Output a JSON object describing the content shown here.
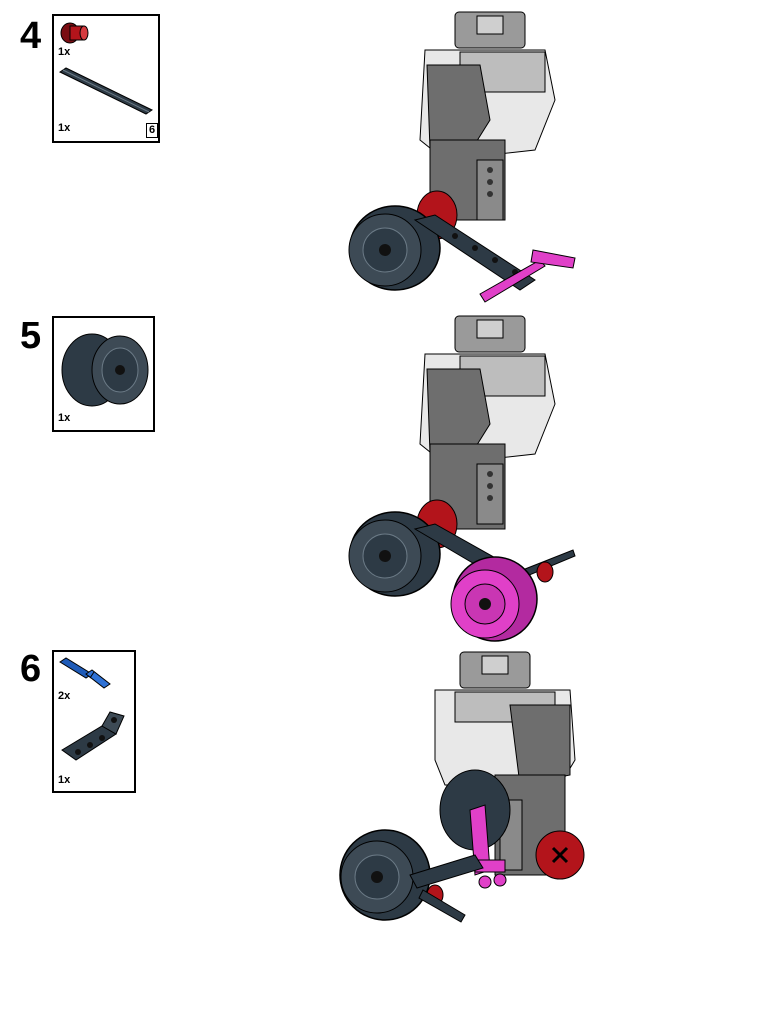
{
  "steps": [
    {
      "number": "4",
      "parts": [
        {
          "name": "red-bush",
          "qty": "1x"
        },
        {
          "name": "axle-6",
          "qty": "1x",
          "length": "6"
        }
      ]
    },
    {
      "number": "5",
      "parts": [
        {
          "name": "wheel-hub",
          "qty": "1x"
        }
      ]
    },
    {
      "number": "6",
      "parts": [
        {
          "name": "blue-axle-pin",
          "qty": "2x"
        },
        {
          "name": "angled-beam",
          "qty": "1x"
        }
      ]
    }
  ],
  "colors": {
    "motor_gray": "#6e6e6e",
    "motor_light": "#a8a8a8",
    "motor_white": "#e8e8e8",
    "dark_bluish": "#2d3a45",
    "red": "#b3141b",
    "magenta": "#e040c8",
    "blue": "#1e5bb8"
  }
}
